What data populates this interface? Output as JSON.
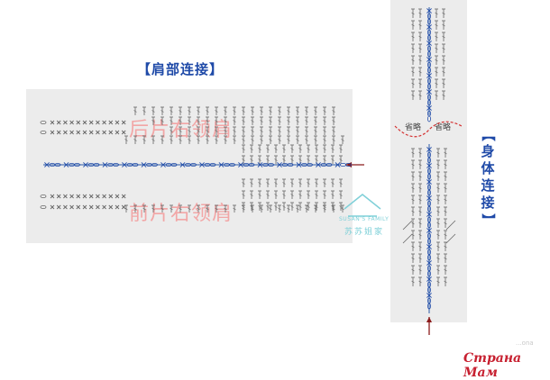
{
  "shoulder_title": "【肩部连接】",
  "body_title": "【身体连接】",
  "back_label": "后片右领肩",
  "front_label": "前片右领肩",
  "omit_left": "省略",
  "omit_right": "省略",
  "family_label": "SUSAN'S FAMILY",
  "family_cn": "苏苏姐家",
  "brand": "Страна Мам",
  "watermark_small": "...ona"
}
